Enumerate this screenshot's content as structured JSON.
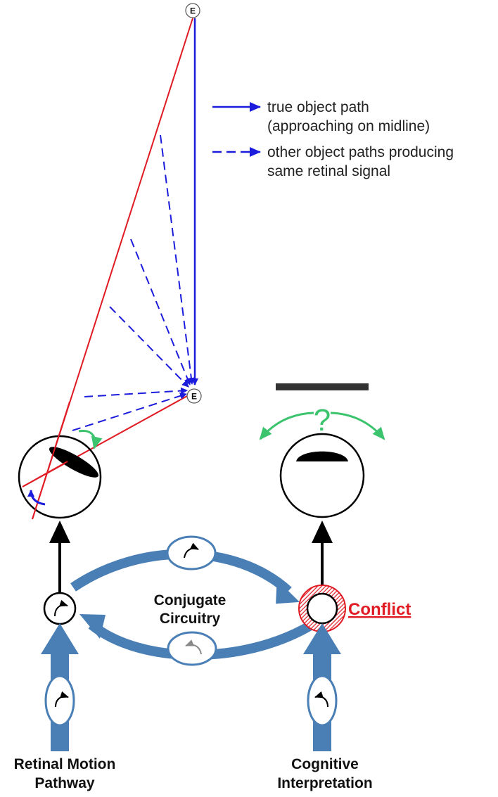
{
  "legend": {
    "solid_line_label_1": "true object path",
    "solid_line_label_2": "(approaching on midline)",
    "dashed_line_label_1": "other object paths producing",
    "dashed_line_label_2": "same retinal signal"
  },
  "markers": {
    "far_point": "E",
    "near_point": "E"
  },
  "labels": {
    "question": "?",
    "circuitry_line_1": "Conjugate",
    "circuitry_line_2": "Circuitry",
    "conflict": "Conflict",
    "left_source_line_1": "Retinal Motion",
    "left_source_line_2": "Pathway",
    "right_source_line_1": "Cognitive",
    "right_source_line_2": "Interpretation"
  },
  "colors": {
    "red_line": "#e01b24",
    "blue_line": "#1c1cdc",
    "green_arrow": "#3cc36e",
    "pathway_blue": "#4a7fb5",
    "black": "#000000",
    "gray_arrow": "#8a8a8a"
  },
  "icons": {
    "clockwise": "curved-arrow-clockwise-icon",
    "counterclockwise": "curved-arrow-counterclockwise-icon"
  }
}
